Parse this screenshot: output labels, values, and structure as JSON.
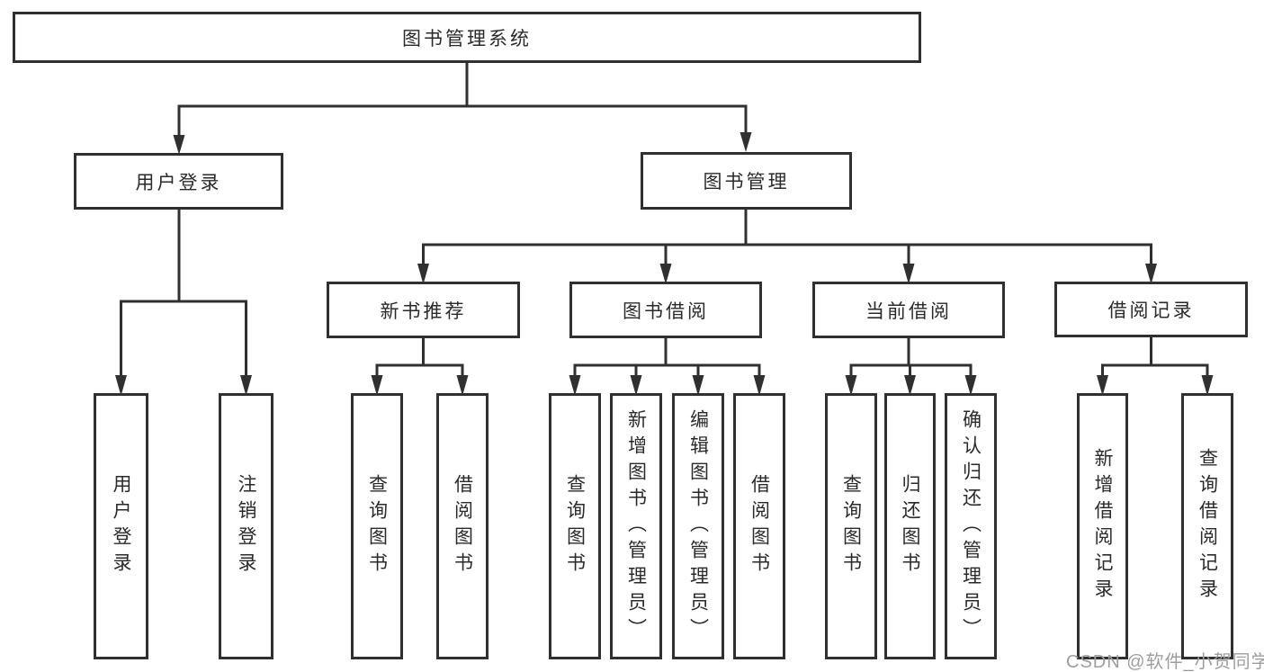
{
  "diagram": {
    "type": "tree",
    "title": "图书管理系统",
    "colors": {
      "line": "#303030",
      "text": "#2a2a2a",
      "box_fill": "#ffffff",
      "background": "#ffffff",
      "watermark": "#9e9e9e"
    },
    "nodes": {
      "root": {
        "label": "图书管理系统",
        "level": 1,
        "parent": null
      },
      "user_login": {
        "label": "用户登录",
        "level": 2,
        "parent": "root"
      },
      "book_mgmt": {
        "label": "图书管理",
        "level": 2,
        "parent": "root"
      },
      "login": {
        "label": "用户登录",
        "level": 3,
        "parent": "user_login"
      },
      "logout": {
        "label": "注销登录",
        "level": 3,
        "parent": "user_login"
      },
      "new_book_rec": {
        "label": "新书推荐",
        "level": 3,
        "parent": "book_mgmt"
      },
      "book_borrow": {
        "label": "图书借阅",
        "level": 3,
        "parent": "book_mgmt"
      },
      "current_borrow": {
        "label": "当前借阅",
        "level": 3,
        "parent": "book_mgmt"
      },
      "borrow_record": {
        "label": "借阅记录",
        "level": 3,
        "parent": "book_mgmt"
      },
      "nbr_query": {
        "label": "查询图书",
        "level": 4,
        "parent": "new_book_rec"
      },
      "nbr_borrow": {
        "label": "借阅图书",
        "level": 4,
        "parent": "new_book_rec"
      },
      "bb_query": {
        "label": "查询图书",
        "level": 4,
        "parent": "book_borrow"
      },
      "bb_add": {
        "label": "新增图书（管理员）",
        "level": 4,
        "parent": "book_borrow"
      },
      "bb_edit": {
        "label": "编辑图书（管理员）",
        "level": 4,
        "parent": "book_borrow"
      },
      "bb_borrow": {
        "label": "借阅图书",
        "level": 4,
        "parent": "book_borrow"
      },
      "cb_query": {
        "label": "查询图书",
        "level": 4,
        "parent": "current_borrow"
      },
      "cb_return": {
        "label": "归还图书",
        "level": 4,
        "parent": "current_borrow"
      },
      "cb_confirm": {
        "label": "确认归还（管理员）",
        "level": 4,
        "parent": "current_borrow"
      },
      "br_add": {
        "label": "新增借阅记录",
        "level": 4,
        "parent": "borrow_record"
      },
      "br_query": {
        "label": "查询借阅记录",
        "level": 4,
        "parent": "borrow_record"
      }
    },
    "watermark": {
      "text": "CSDN @软件_小贺同学"
    }
  }
}
